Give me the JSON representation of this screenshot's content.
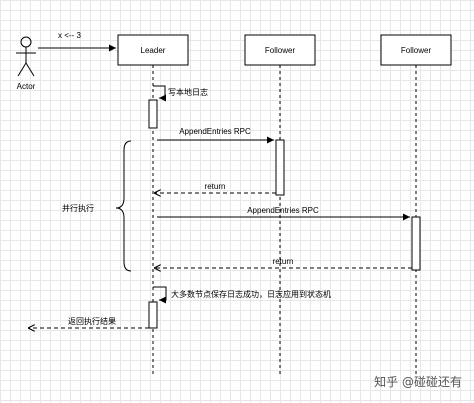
{
  "actor": {
    "label": "Actor"
  },
  "participants": {
    "leader": "Leader",
    "follower1": "Follower",
    "follower2": "Follower"
  },
  "messages": {
    "init": "x <-- 3",
    "write_log": "写本地日志",
    "append1": "AppendEntries RPC",
    "return1": "return",
    "append2": "AppendEntries RPC",
    "return2": "return",
    "majority": "大多数节点保存日志成功，日志应用到状态机",
    "result": "返回执行结果"
  },
  "parallel_label": "并行执行",
  "watermark": "知乎 @碰碰还有"
}
